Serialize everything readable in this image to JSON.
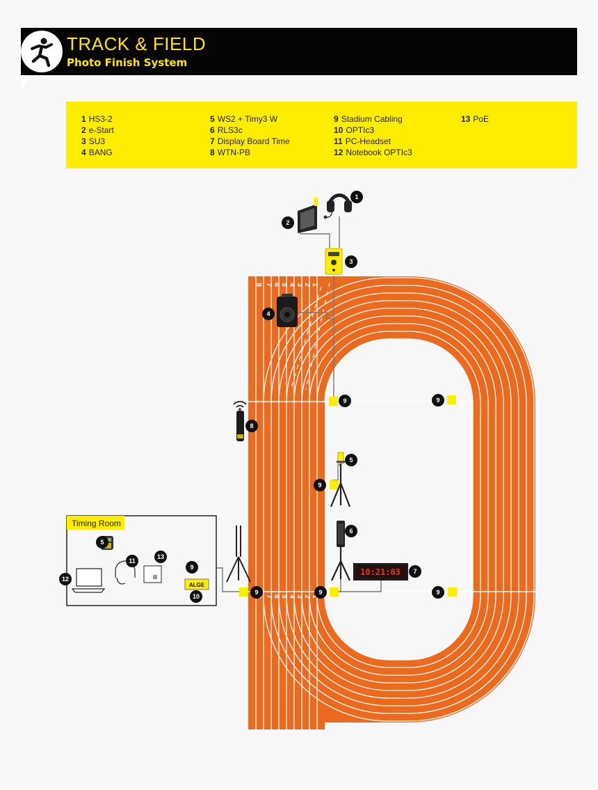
{
  "header": {
    "title": "TRACK & FIELD",
    "subtitle": "Photo Finish System"
  },
  "legend": [
    [
      {
        "num": "1",
        "label": "HS3-2"
      },
      {
        "num": "2",
        "label": "e-Start"
      },
      {
        "num": "3",
        "label": "SU3"
      },
      {
        "num": "4",
        "label": "BANG"
      }
    ],
    [
      {
        "num": "5",
        "label": "WS2 + Timy3 W"
      },
      {
        "num": "6",
        "label": "RLS3c"
      },
      {
        "num": "7",
        "label": "Display Board Time"
      },
      {
        "num": "8",
        "label": "WTN-PB"
      }
    ],
    [
      {
        "num": "9",
        "label": "Stadium Cabling"
      },
      {
        "num": "10",
        "label": "OPTIc3"
      },
      {
        "num": "11",
        "label": "PC-Headset"
      },
      {
        "num": "12",
        "label": "Notebook OPTIc3"
      }
    ],
    [
      {
        "num": "13",
        "label": "PoE"
      }
    ]
  ],
  "lane_numbers": [
    "8",
    "7",
    "6",
    "5",
    "4",
    "3",
    "2",
    "1"
  ],
  "timing_room": {
    "label": "Timing Room"
  },
  "display_board": {
    "time": "10:21:63"
  },
  "brand": {
    "opticam": "ALGE"
  },
  "callouts": [
    "1",
    "2",
    "3",
    "4",
    "5",
    "6",
    "7",
    "8",
    "9",
    "10",
    "11",
    "12",
    "13"
  ],
  "colors": {
    "track": "#ec6a1e",
    "accent": "#ffed00",
    "header": "#050505",
    "badge": "#111111"
  }
}
